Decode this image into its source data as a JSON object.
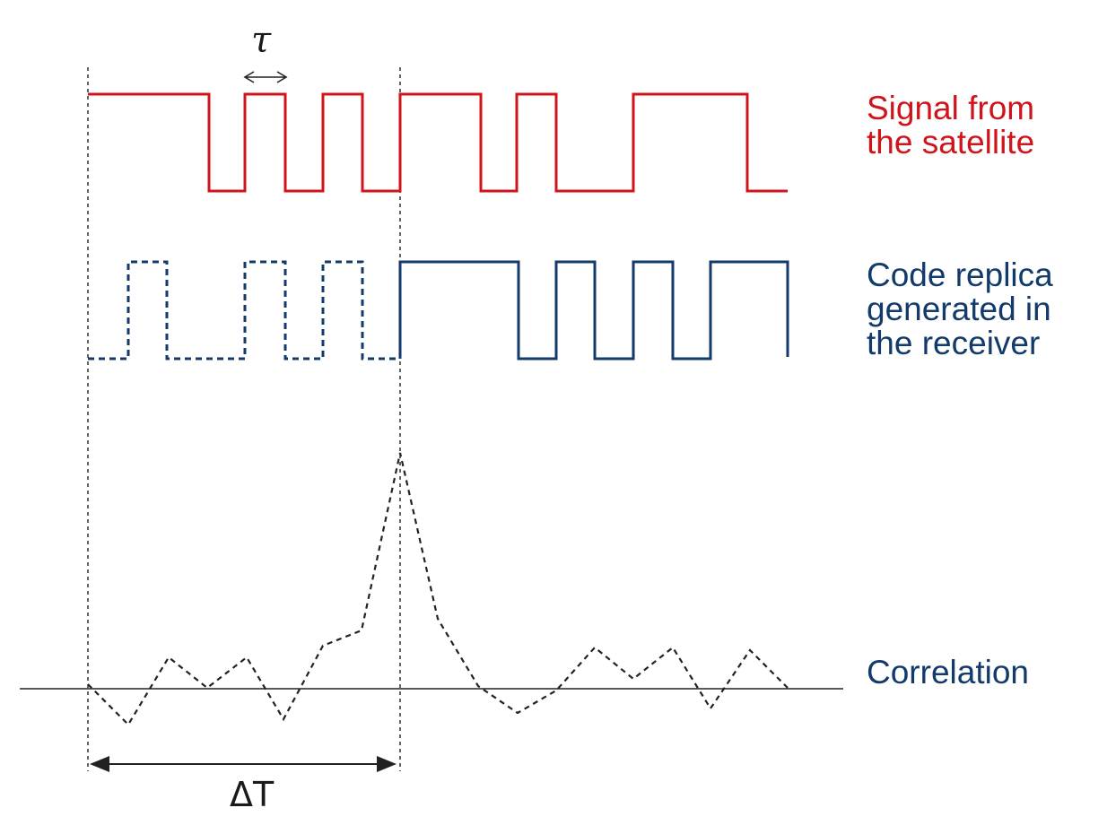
{
  "labels": {
    "signal": "Signal from\nthe satellite",
    "replica": "Code replica\ngenerated in\nthe receiver",
    "correlation": "Correlation",
    "tau": "τ",
    "delta_t": "ΔT"
  },
  "colors": {
    "signal": "#d0141c",
    "replica": "#123a6b",
    "dashed": "#222222",
    "axis": "#222222",
    "text_signal": "#d0141c",
    "text_blue": "#123a6b",
    "text_black": "#1a1a1a"
  }
}
